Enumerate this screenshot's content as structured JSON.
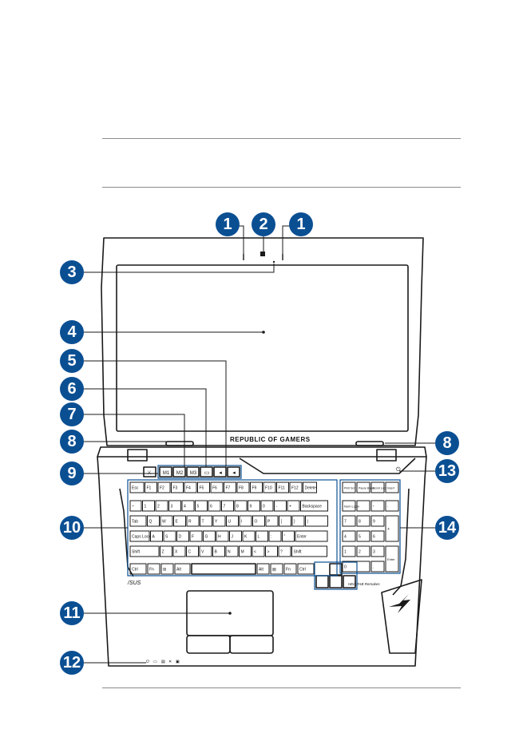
{
  "callouts": [
    "1",
    "2",
    "1",
    "3",
    "4",
    "5",
    "6",
    "7",
    "8",
    "8",
    "9",
    "10",
    "11",
    "12",
    "13",
    "14"
  ],
  "laptop": {
    "brand_bezel": "REPUBLIC OF GAMERS",
    "brand_palmrest": "/SUS",
    "numpad_brand": "HELLTAB Remakes"
  },
  "keys": {
    "macro": [
      "M1",
      "M2",
      "M3"
    ],
    "fn_row": [
      "Esc",
      "F1",
      "F2",
      "F3",
      "F4",
      "F5",
      "F6",
      "F7",
      "F8",
      "F9",
      "F10",
      "F11",
      "F12",
      "Delete"
    ],
    "number_row": [
      "~",
      "1",
      "2",
      "3",
      "4",
      "5",
      "6",
      "7",
      "8",
      "9",
      "0",
      "-",
      "+",
      "Backspace"
    ],
    "qwerty_row": [
      "Tab",
      "Q",
      "W",
      "E",
      "R",
      "T",
      "Y",
      "U",
      "I",
      "O",
      "P",
      "{",
      "}",
      "|"
    ],
    "home_row": [
      "Caps Lock",
      "A",
      "S",
      "D",
      "F",
      "G",
      "H",
      "J",
      "K",
      "L",
      ":",
      "\"",
      "Enter"
    ],
    "bottom_alpha": [
      "Shift",
      "Z",
      "X",
      "C",
      "V",
      "B",
      "N",
      "M",
      "<",
      ">",
      "?",
      "Shift"
    ],
    "space_row": [
      "Ctrl",
      "Fn",
      "Alt",
      "Alt",
      "Fn",
      "Ctrl"
    ],
    "numpad_top": [
      "Print Scr",
      "Pause Break",
      "Scroll Lock",
      "Insert"
    ],
    "numpad_ops": [
      "Num Lock",
      "/",
      "*",
      "-"
    ],
    "numpad_789": [
      "7",
      "8",
      "9"
    ],
    "numpad_456": [
      "4",
      "5",
      "6"
    ],
    "numpad_123": [
      "1",
      "2",
      "3"
    ],
    "numpad_0": "0",
    "numpad_dot": ".",
    "numpad_plus": "+",
    "numpad_enter": "Enter"
  }
}
